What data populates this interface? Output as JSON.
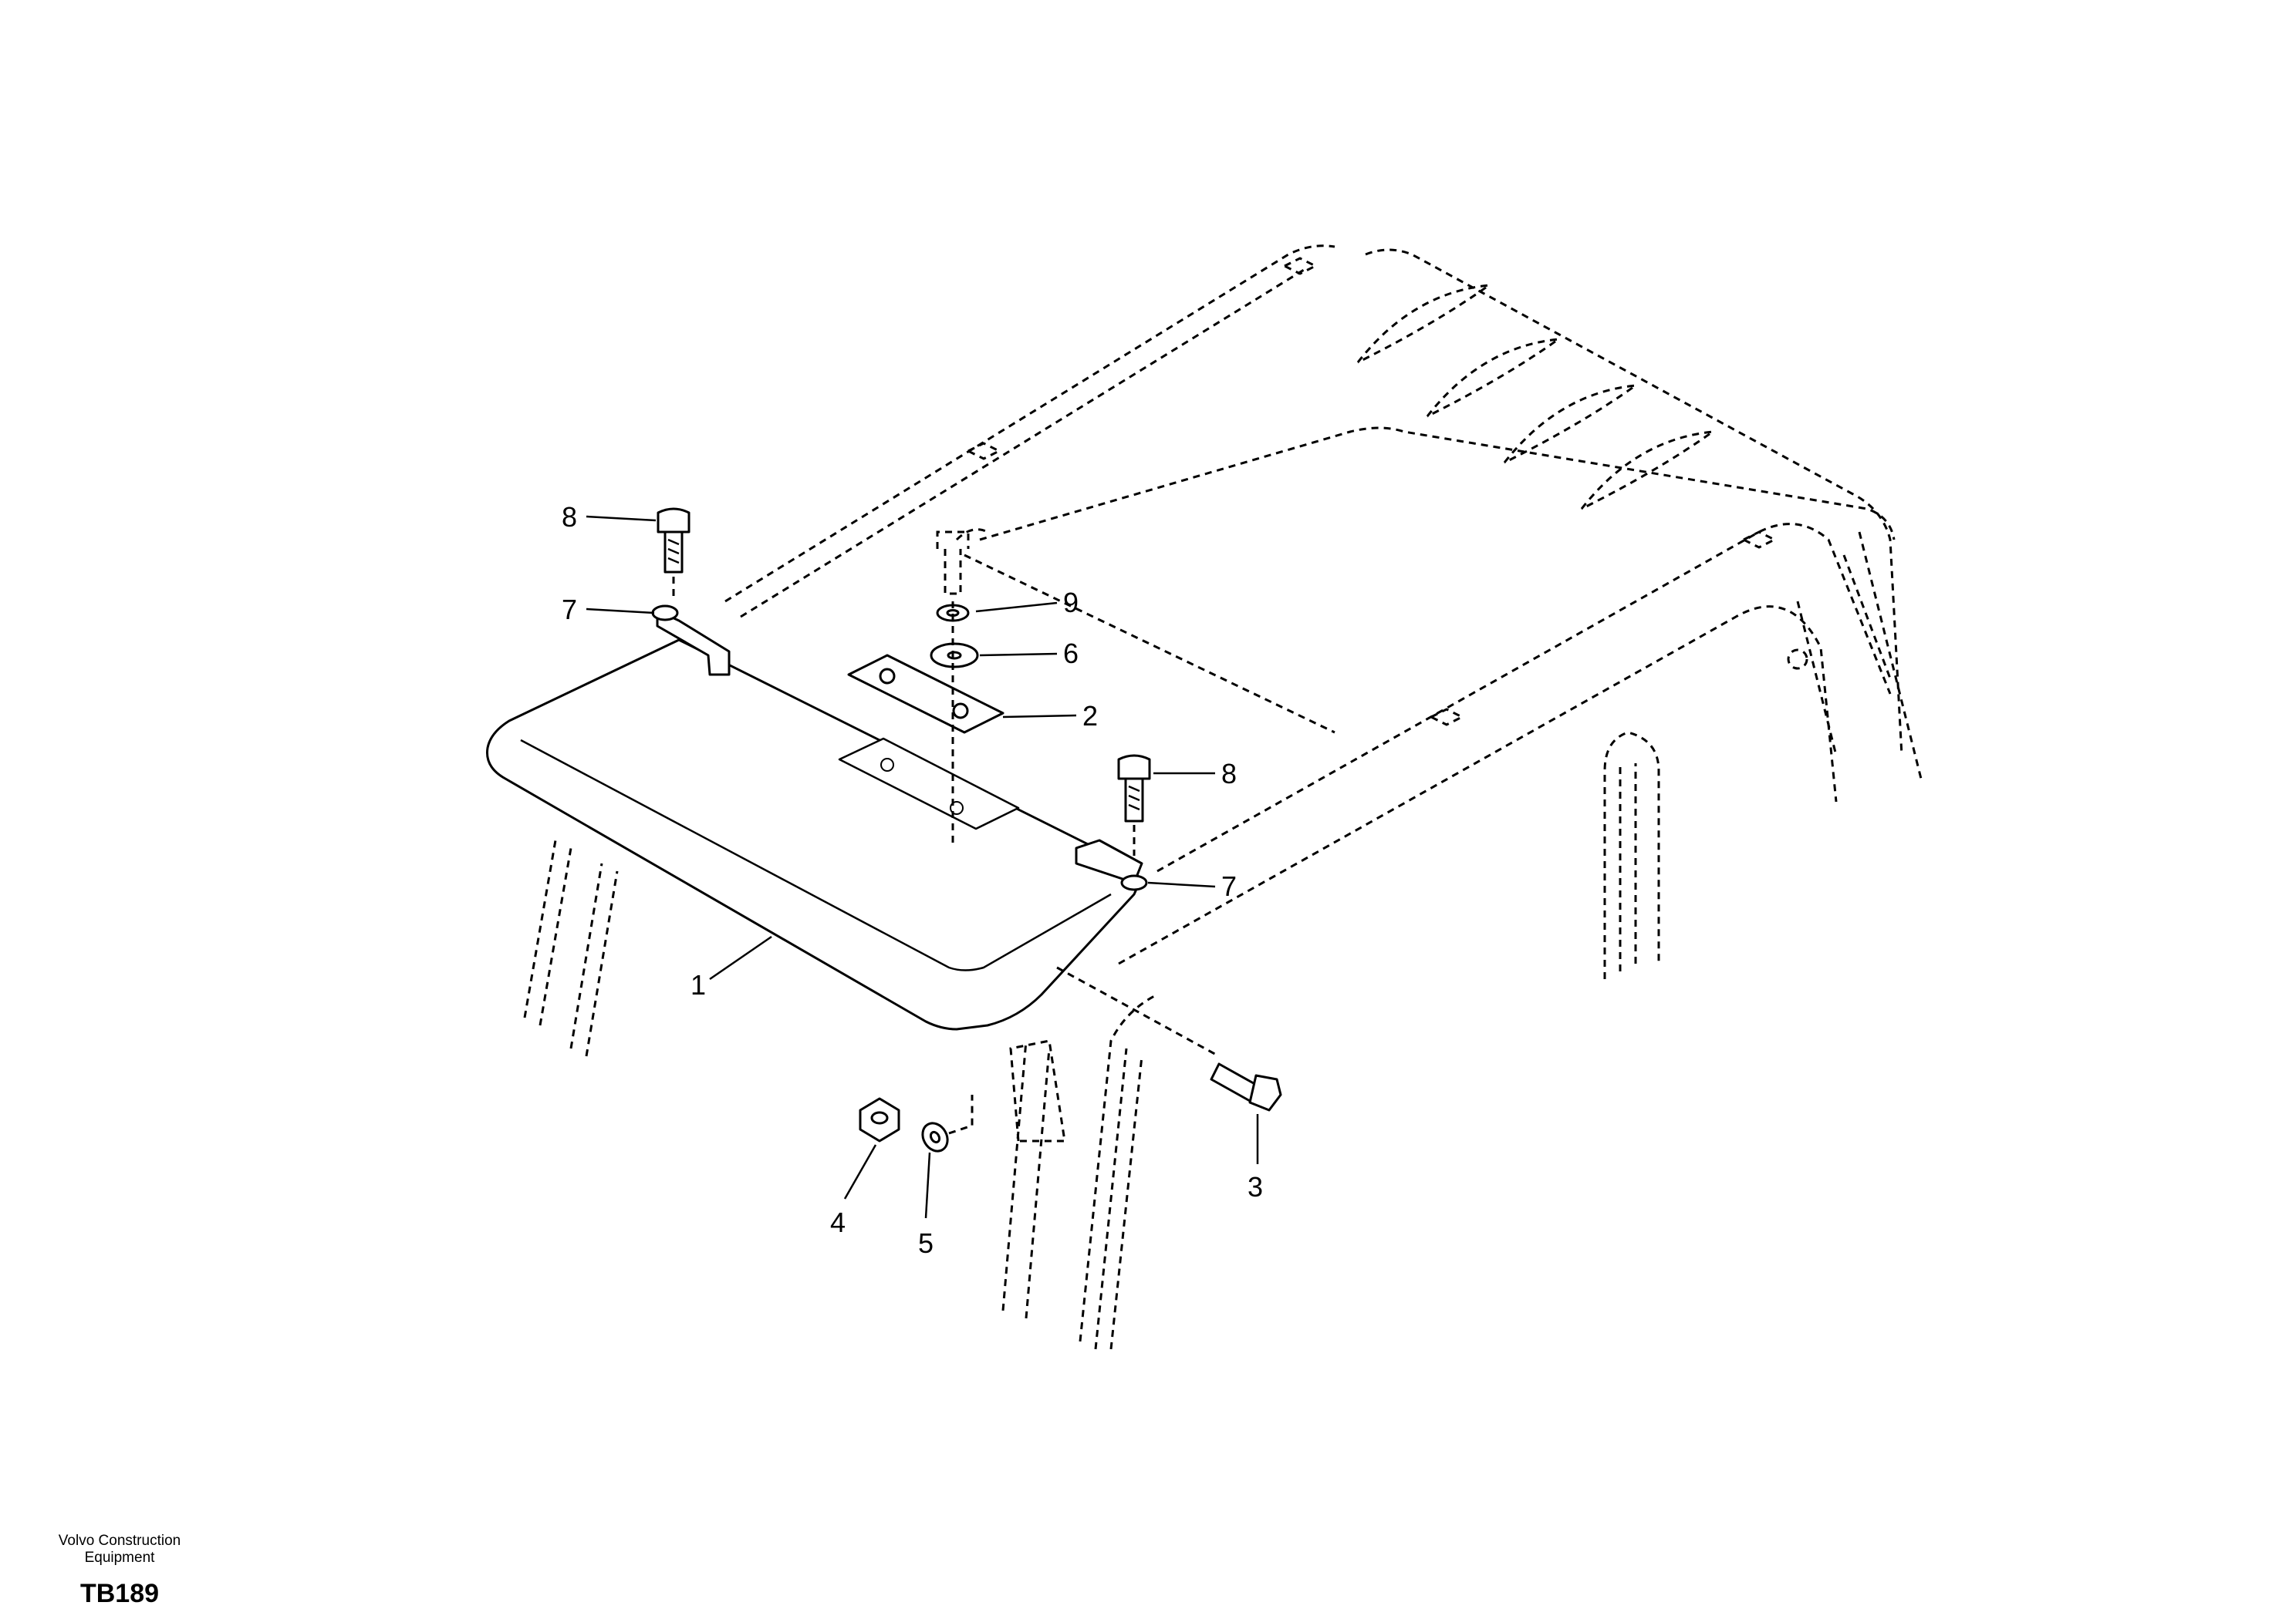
{
  "diagram": {
    "callouts": [
      {
        "id": "c8a",
        "label": "8"
      },
      {
        "id": "c7a",
        "label": "7"
      },
      {
        "id": "c9",
        "label": "9"
      },
      {
        "id": "c6",
        "label": "6"
      },
      {
        "id": "c2",
        "label": "2"
      },
      {
        "id": "c8b",
        "label": "8"
      },
      {
        "id": "c7b",
        "label": "7"
      },
      {
        "id": "c1",
        "label": "1"
      },
      {
        "id": "c3",
        "label": "3"
      },
      {
        "id": "c4",
        "label": "4"
      },
      {
        "id": "c5",
        "label": "5"
      }
    ]
  },
  "footer": {
    "maker_line1": "Volvo Construction",
    "maker_line2": "Equipment",
    "code": "TB189"
  }
}
